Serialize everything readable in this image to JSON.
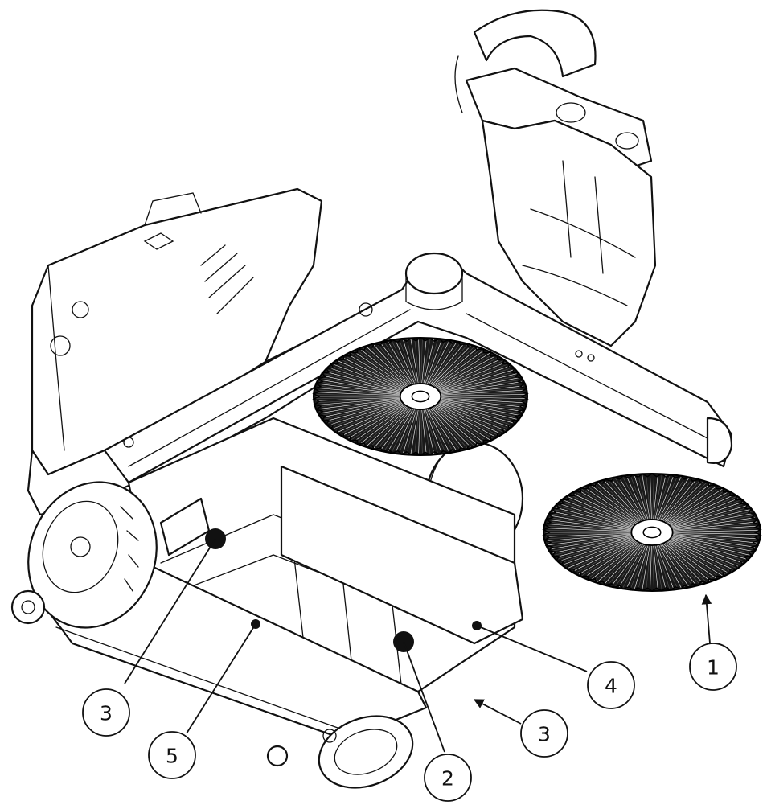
{
  "callouts": [
    {
      "label": "1"
    },
    {
      "label": "2"
    },
    {
      "label": "3"
    },
    {
      "label": "3"
    },
    {
      "label": "4"
    },
    {
      "label": "5"
    }
  ],
  "colors": {
    "line": "#111111",
    "background": "#ffffff",
    "bristle": "#1a1a1a"
  }
}
